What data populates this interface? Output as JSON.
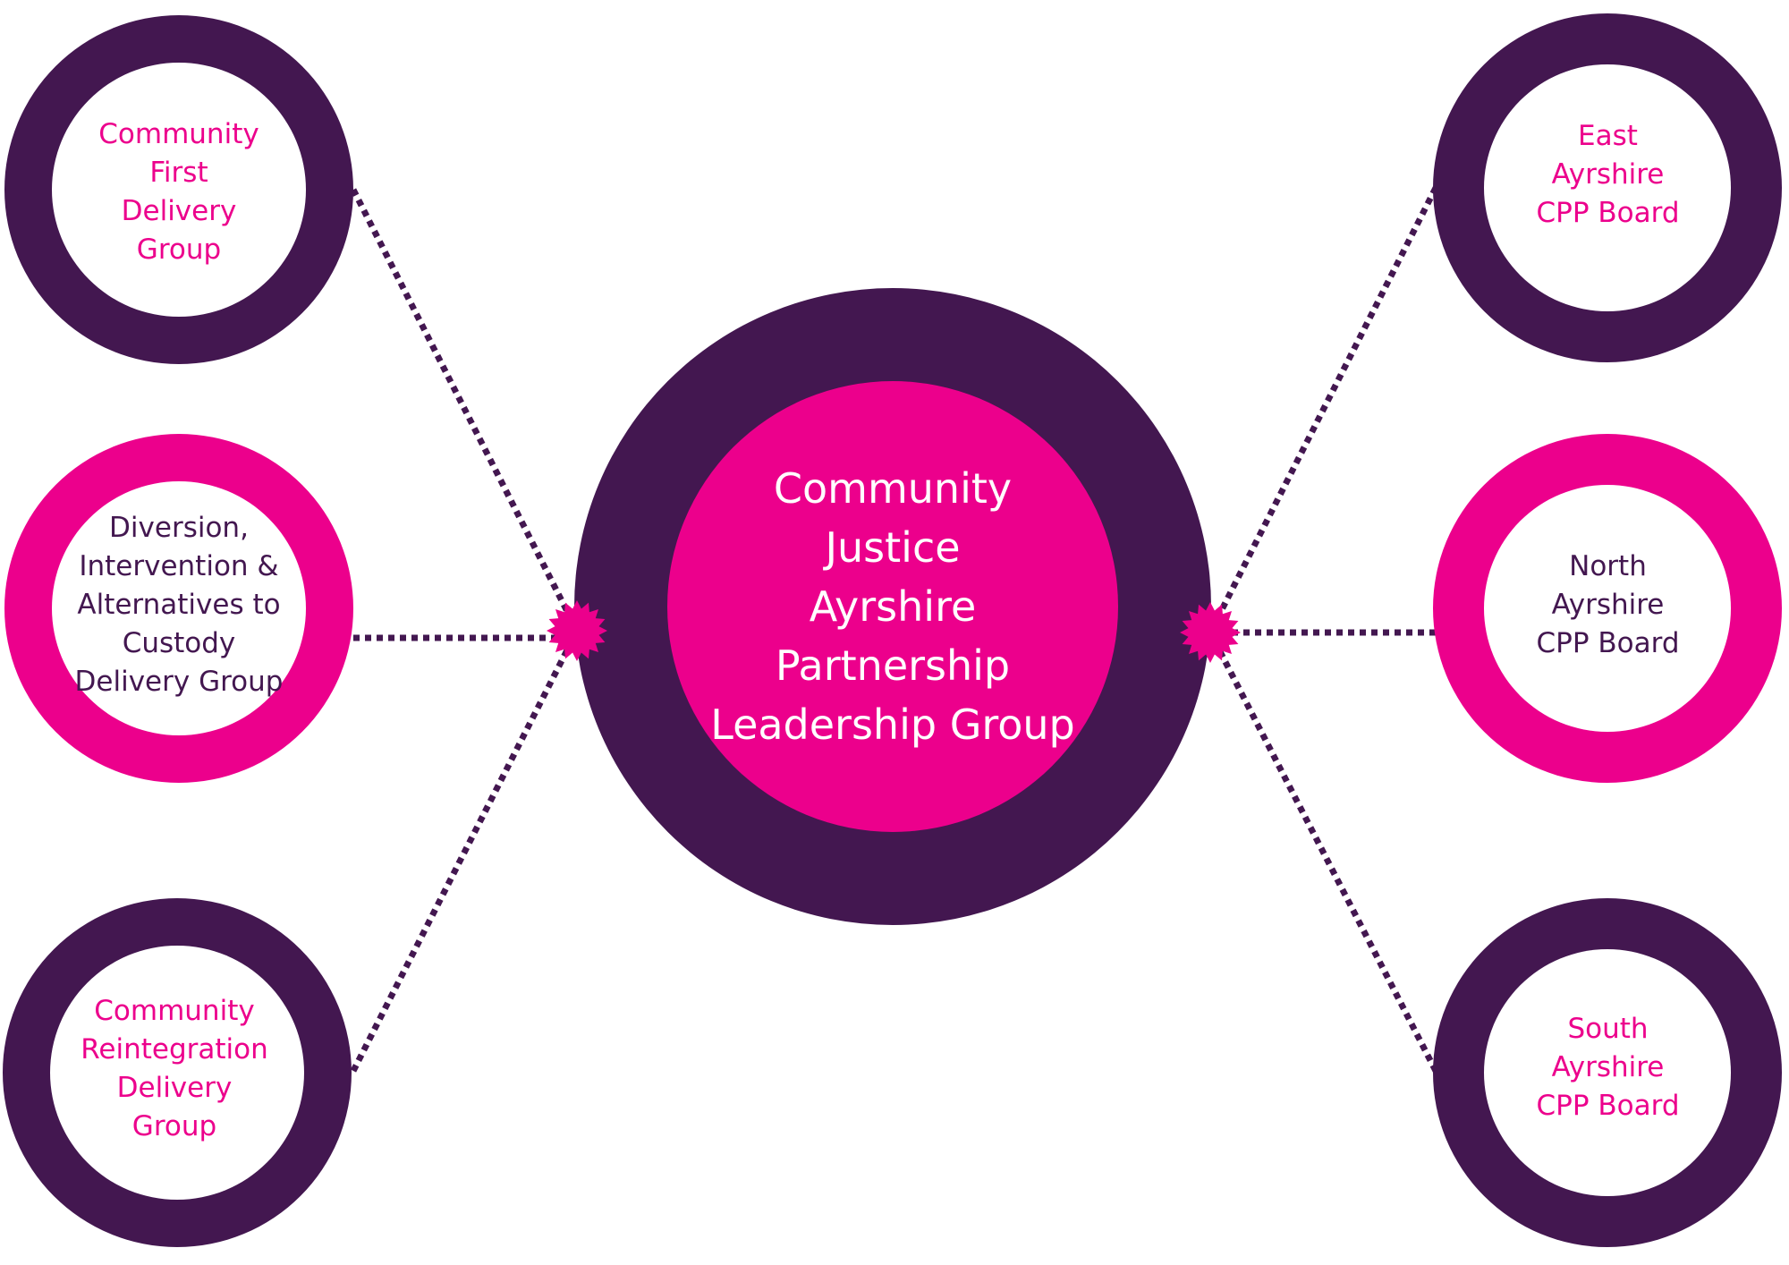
{
  "colors": {
    "purple": "#431750",
    "magenta": "#EC008C",
    "white": "#FFFFFF",
    "connector": "#431750"
  },
  "center": {
    "label": "Community\nJustice\nAyrshire\nPartnership\nLeadership Group"
  },
  "left_groups": [
    {
      "label": "Community\nFirst\nDelivery\nGroup",
      "ring": "purple",
      "text_color": "magenta"
    },
    {
      "label": "Diversion,\nIntervention &\nAlternatives to\nCustody\nDelivery Group",
      "ring": "magenta",
      "text_color": "purple"
    },
    {
      "label": "Community\nReintegration\nDelivery\nGroup",
      "ring": "purple",
      "text_color": "magenta"
    }
  ],
  "right_boards": [
    {
      "label": "East\nAyrshire\nCPP Board",
      "ring": "purple",
      "text_color": "magenta"
    },
    {
      "label": "North\nAyrshire\nCPP Board",
      "ring": "magenta",
      "text_color": "purple"
    },
    {
      "label": "South\nAyrshire\nCPP Board",
      "ring": "purple",
      "text_color": "magenta"
    }
  ]
}
